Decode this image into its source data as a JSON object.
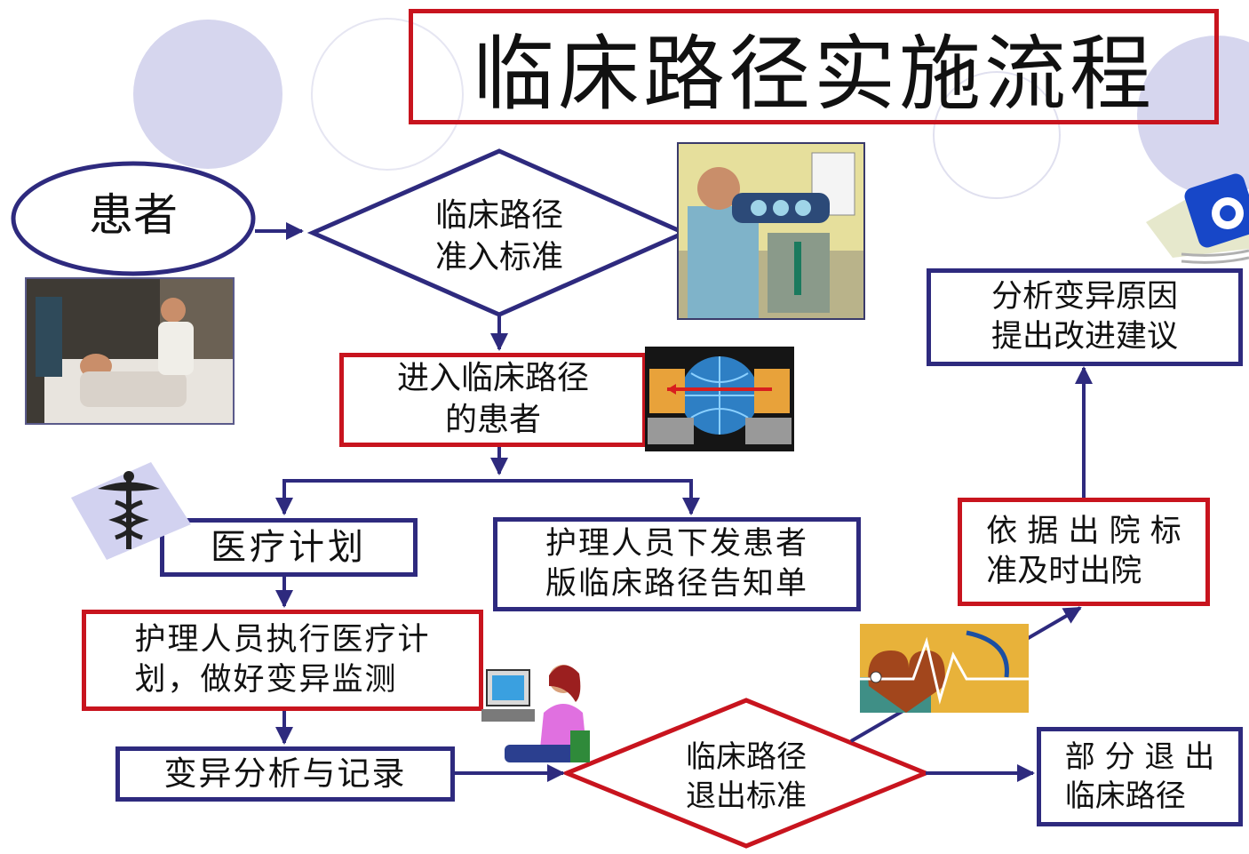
{
  "title": "临床路径实施流程",
  "nodes": {
    "patient": "患者",
    "entry_criteria": "临床路径\n准入标准",
    "entered_patients": "进入临床路径\n的患者",
    "medical_plan": "医疗计划",
    "nurse_notice": "护理人员下发患者\n版临床路径告知单",
    "nurse_execute": "护理人员执行医疗计\n划，做好变异监测",
    "variance_record": "变异分析与记录",
    "exit_criteria": "临床路径\n退出标准",
    "partial_exit": "部 分 退 出\n临床路径",
    "discharge": "依 据 出 院 标\n准及时出院",
    "analyze": "分析变异原因\n提出改进建议"
  },
  "colors": {
    "blue_border": "#2e2a7e",
    "red_border": "#c8141e",
    "background_circles": "#d4d4ec"
  },
  "icons": [
    "patient-bed-photo",
    "eye-exam-clipart",
    "globe-computers-clipart",
    "caduceus-clipart",
    "woman-computer-clipart",
    "heart-ecg-clipart",
    "camera-clipart"
  ]
}
